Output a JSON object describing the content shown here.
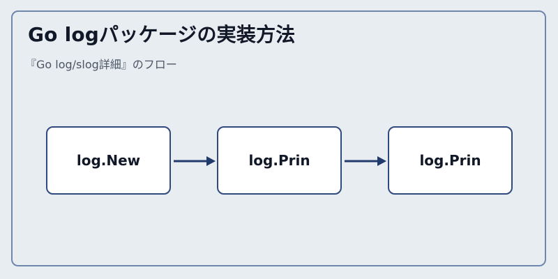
{
  "title": "Go logパッケージの実装方法",
  "subtitle": "『Go log/slog詳細』のフロー",
  "nodes": [
    {
      "label": "log.New"
    },
    {
      "label": "log.Prin"
    },
    {
      "label": "log.Prin"
    }
  ],
  "colors": {
    "background": "#e8edf2",
    "frame_border": "#6f86ad",
    "node_border": "#2f4a7c",
    "arrow": "#1f3a6b",
    "node_fill": "#ffffff"
  }
}
